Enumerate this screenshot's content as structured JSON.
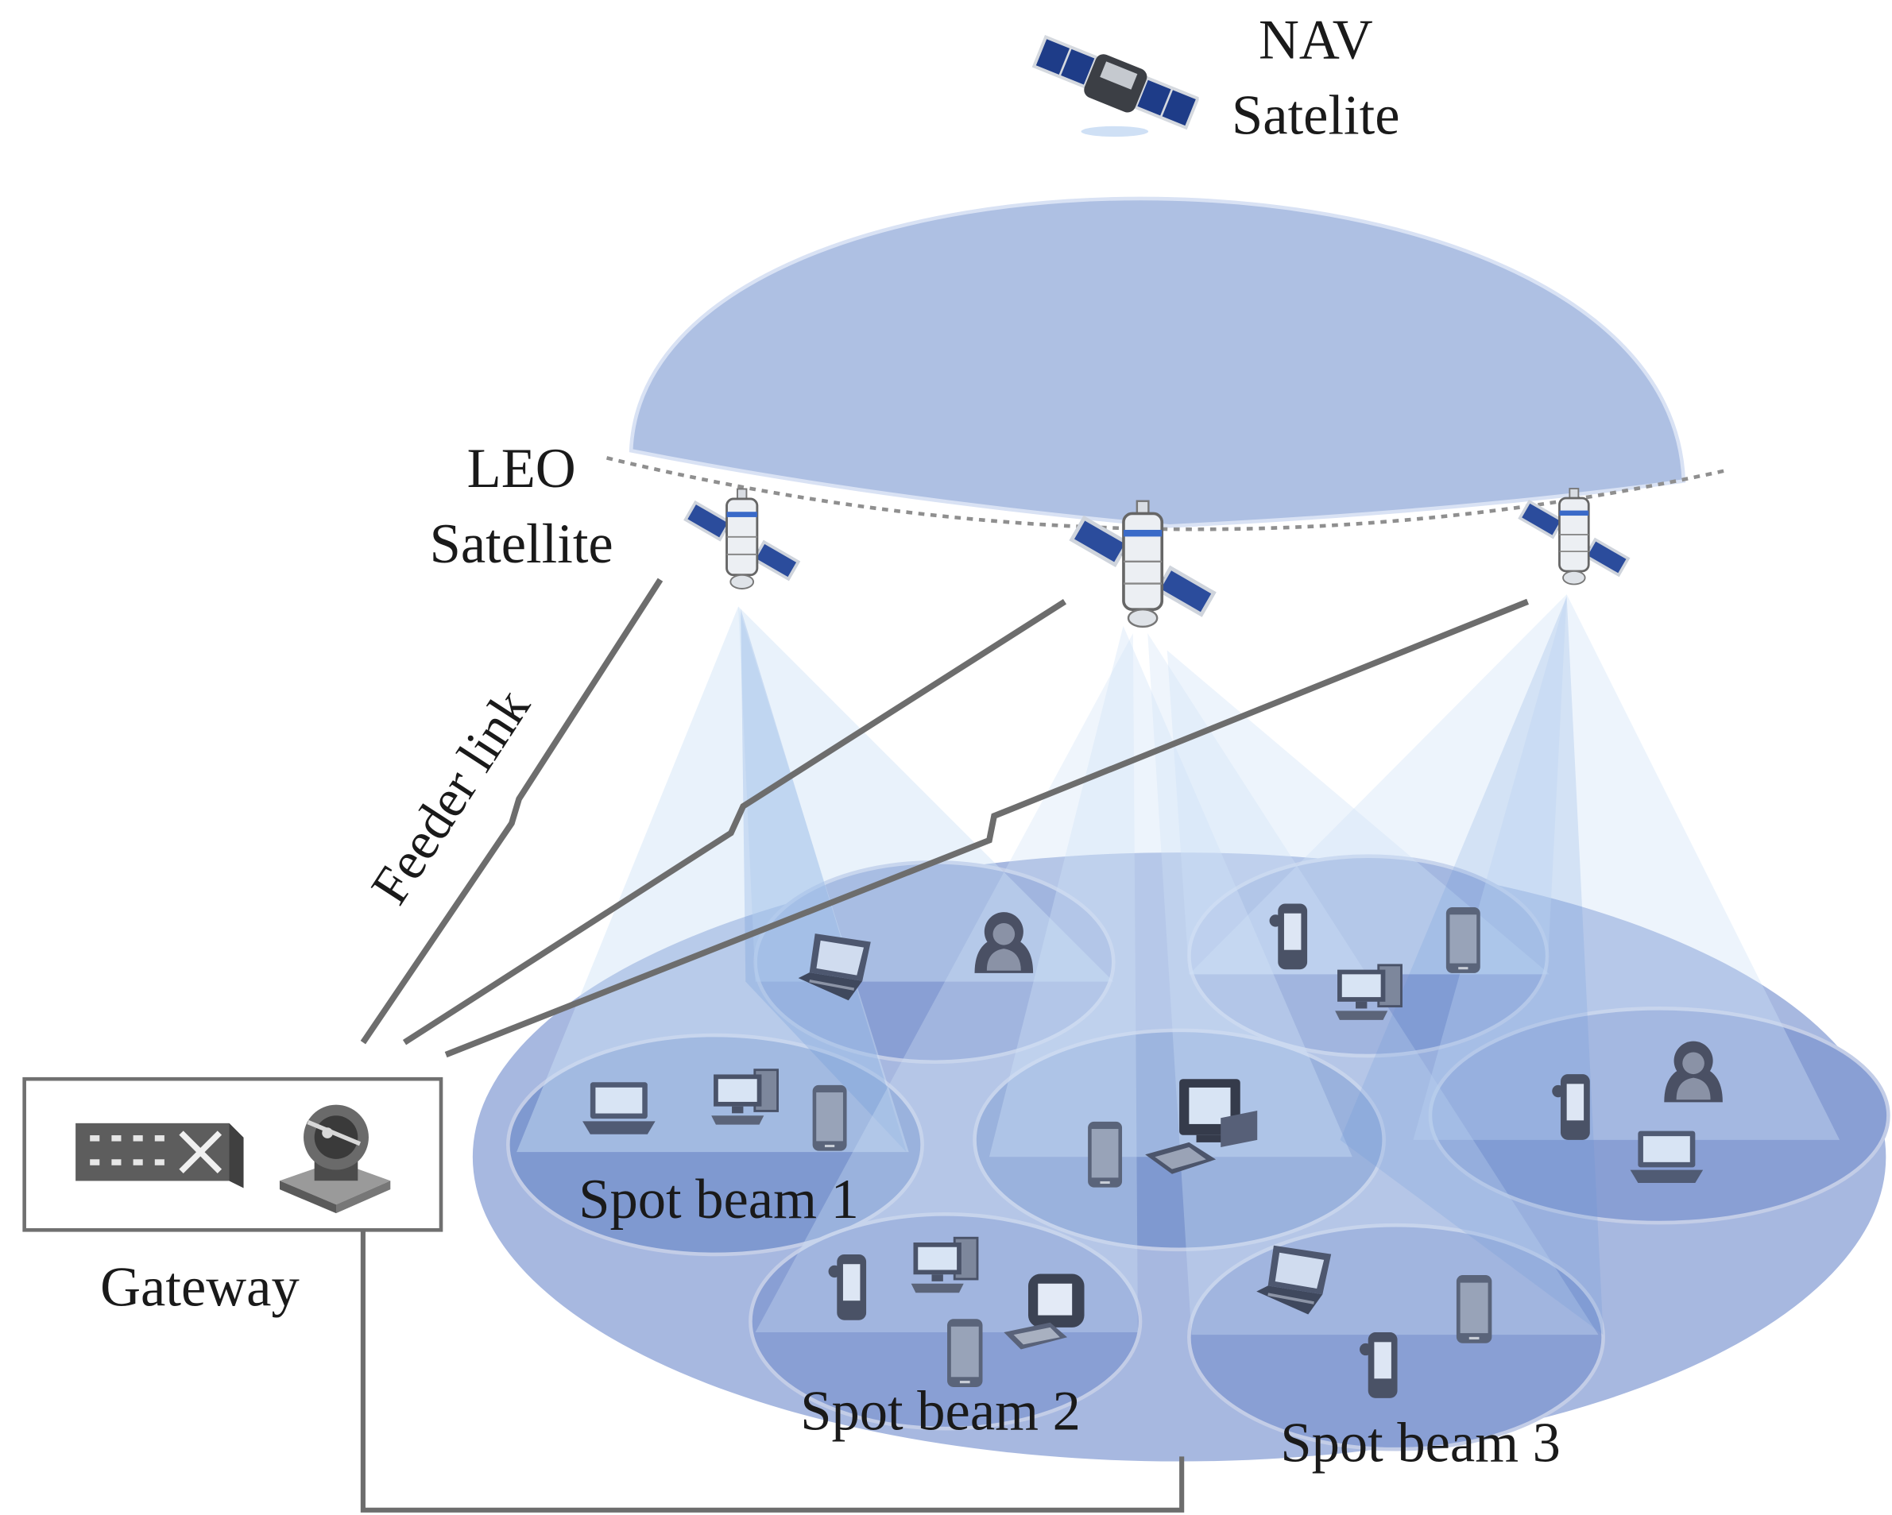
{
  "labels": {
    "nav_line1": "NAV",
    "nav_line2": "Satelite",
    "leo_line1": "LEO",
    "leo_line2": "Satellite",
    "feeder": "Feeder link",
    "gateway": "Gateway",
    "spot1": "Spot beam 1",
    "spot2": "Spot beam 2",
    "spot3": "Spot beam 3"
  },
  "colors": {
    "nav_dome": "#aec0e3",
    "coverage": "#a7b8e0",
    "cell": "#8aa2d6",
    "beam": "#9fc3ea",
    "link": "#6d6d6d",
    "panel": "#2b4c9c"
  }
}
